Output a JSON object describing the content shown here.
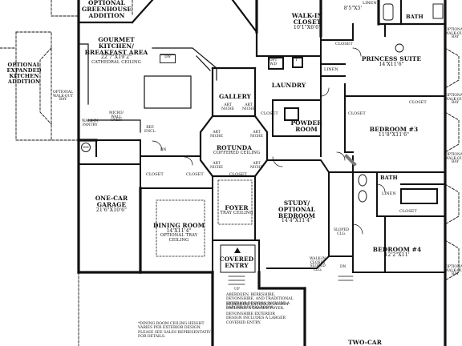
{
  "plan": {
    "rooms": {
      "greenhouse": {
        "line1": "OPTIONAL",
        "line2": "GREENHOUSE",
        "line3": "ADDITION"
      },
      "kitchen_addition": {
        "line1": "OPTIONAL",
        "line2": "EXPANDED",
        "line3": "KITCHEN",
        "line4": "ADDITION"
      },
      "kitchen": {
        "name1": "GOURMET",
        "name2": "KITCHEN/",
        "name3": "BREAKFAST AREA",
        "dim": "22'7\"X19'2\"",
        "sub": "CATHEDRAL CEILING"
      },
      "walkin_closet": {
        "name1": "WALK-IN",
        "name2": "CLOSET",
        "dim": "10'1\"X6'6\""
      },
      "top_dim": "8'5\"X5'",
      "princess_suite": {
        "name": "PRINCESS SUITE",
        "dim": "14'X11'6\""
      },
      "laundry": {
        "name": "LAUNDRY"
      },
      "gallery": {
        "name": "GALLERY"
      },
      "powder_room": {
        "name1": "POWDER",
        "name2": "ROOM"
      },
      "bedroom3": {
        "name": "BEDROOM #3",
        "dim": "11'8\"X11'6\""
      },
      "rotunda": {
        "name": "ROTUNDA",
        "sub": "COFFERED CEILING"
      },
      "garage1": {
        "name1": "ONE-CAR",
        "name2": "GARAGE",
        "dim": "21'6\"X10'6\""
      },
      "dining": {
        "name": "DINING ROOM",
        "dim": "14'X11'4\"",
        "sub1": "OPTIONAL TRAY",
        "sub2": "CEILING"
      },
      "foyer": {
        "name": "FOYER",
        "sub": "TRAY CEILING"
      },
      "study": {
        "name1": "STUDY/",
        "name2": "OPTIONAL",
        "name3": "BEDROOM",
        "dim": "14'4\"X11'4\""
      },
      "bedroom4": {
        "name": "BEDROOM #4",
        "dim": "12'2\"X11'"
      },
      "covered_entry": {
        "name1": "COVERED",
        "name2": "ENTRY"
      },
      "two_car": {
        "name": "TWO-CAR"
      }
    },
    "small_labels": {
      "linen_top": "LINEN",
      "bath_top": "BATH",
      "closet_ps": "CLOSET",
      "linen_ps": "LINEN",
      "closet_b3_left": "CLOSET",
      "closet_b3_right": "CLOSET",
      "closet_pr": "CLOSET",
      "bath_mid": "BATH",
      "linen_mid": "LINEN",
      "closet_b4": "CLOSET",
      "walkout_left": "OPTIONAL\nWALK-OUT\nBAY",
      "walkout_r1": "OPTIONAL\nWALK-OUT\nBAY",
      "walkout_r2": "OPTIONAL\nWALK-OUT\nBAY",
      "walkout_r3": "OPTIONAL\nWALK-OUT\nBAY",
      "walkout_r4": "OPTIONAL\nWALK-OUT\nBAY",
      "walkin_pantry": "WALK-IN\nPANTRY",
      "micro_wall_oven": "MICRO/\nWALL\nOVEN",
      "ref_encl": "REF.\nENCL.",
      "dw": "DW",
      "opt_wd": "OPT\nW.D",
      "t": "T",
      "wh": "WH",
      "art_niche_1": "ART\nNICHE",
      "art_niche_2": "ART\nNICHE",
      "art_niche_3": "ART\nNICHE",
      "art_niche_4": "ART\nNICHE",
      "art_niche_5": "ART\nNICHE",
      "art_niche_6": "ART\nNICHE",
      "closet_garage": "CLOSET",
      "closet_center": "CLOSET",
      "closet_foyer": "CLOSET",
      "up": "UP",
      "dn_garage": "DN",
      "dn_right": "DN",
      "sloped_1": "SLOPED\nCLG.",
      "walkin_sloped": "WALK-IN\nCLOSET\nSLOPED\nCLG."
    },
    "notes": {
      "note1": "ABERDEEN, BERKSHIRE,\nDEVONSHIRE, AND TRADITIONAL\nEXTERIOR DESIGNS INCLUDE A\nLARGER DINING ROOM.",
      "note2": "BERKSHIRE EXTERIOR DESIGN\nINCLUDES A LARGER FOYER.",
      "note3": "DEVONSHIRE EXTERIOR\nDESIGN INCLUDES A LARGER\nCOVERED ENTRY.",
      "note4": "*DINING ROOM CEILING HEIGHT\nVARIES PER EXTERIOR DESIGN.\nPLEASE SEE SALES REPRESENTATIVE\nFOR DETAILS."
    }
  }
}
